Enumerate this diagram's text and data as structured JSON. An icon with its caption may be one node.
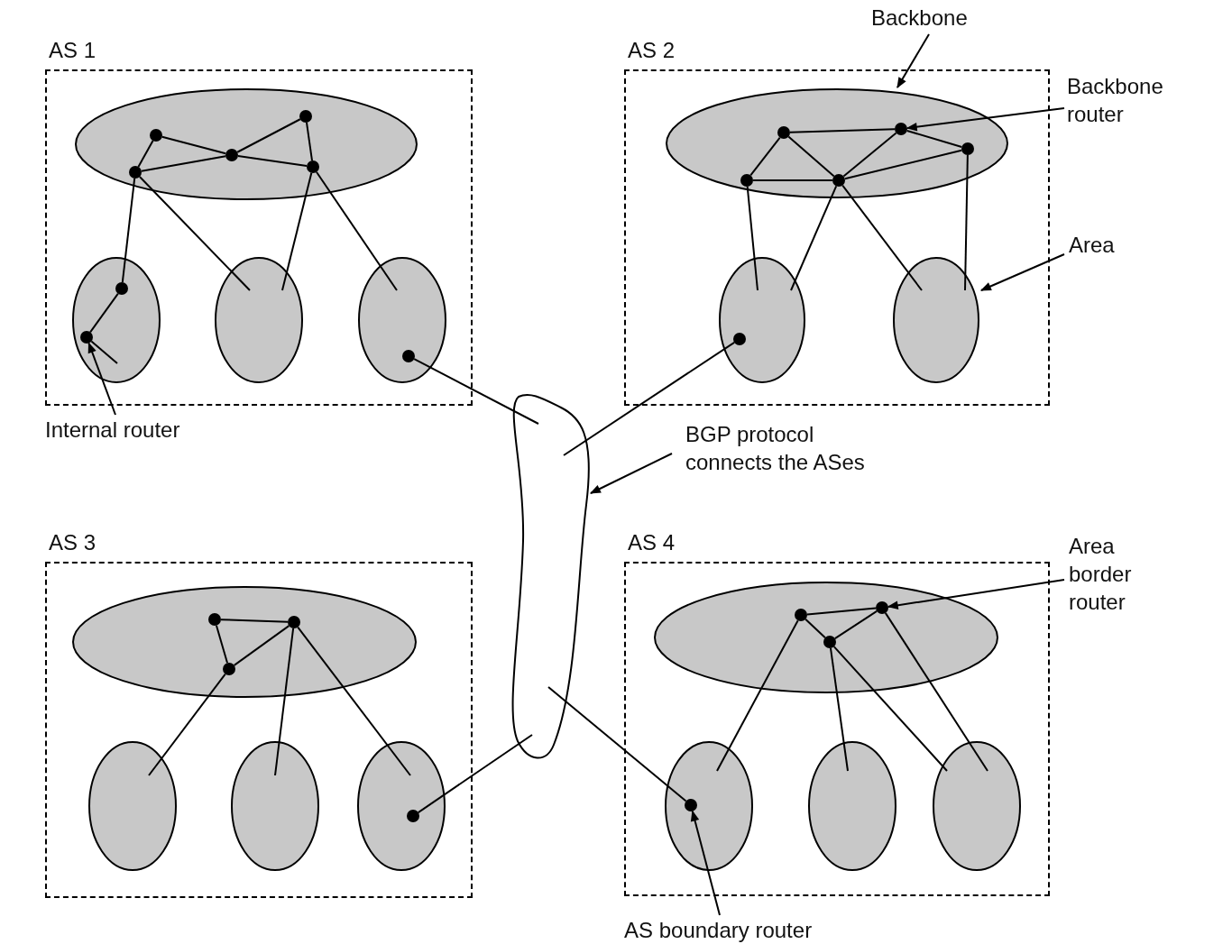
{
  "diagram": {
    "nodes": [
      {
        "text": [
          "AS 1"
        ]
      },
      {
        "text": [],
        "shape": "ellipse",
        "in": 0
      },
      {
        "text": [],
        "shape": "ellipse",
        "in": 0
      },
      {
        "text": [],
        "shape": "ellipse",
        "in": 0
      },
      {
        "text": [],
        "shape": "ellipse",
        "in": 0
      },
      {
        "text": [],
        "shape": "circle",
        "in": 1
      },
      {
        "text": [],
        "shape": "circle",
        "in": 1
      },
      {
        "text": [],
        "shape": "circle",
        "in": 1
      },
      {
        "text": [],
        "shape": "circle",
        "in": 1
      },
      {
        "text": [],
        "shape": "circle",
        "in": 1
      },
      {
        "text": [],
        "shape": "circle",
        "in": 2
      },
      {
        "text": [],
        "shape": "circle",
        "in": 2
      },
      {
        "text": [],
        "shape": "circle",
        "in": 4
      },
      {
        "text": [
          "AS 2"
        ]
      },
      {
        "text": [],
        "shape": "ellipse",
        "in": 13
      },
      {
        "text": [],
        "shape": "ellipse",
        "in": 13
      },
      {
        "text": [],
        "shape": "ellipse",
        "in": 13
      },
      {
        "text": [],
        "shape": "circle",
        "in": 14
      },
      {
        "text": [],
        "shape": "circle",
        "in": 14
      },
      {
        "text": [],
        "shape": "circle",
        "in": 14
      },
      {
        "text": [],
        "shape": "circle",
        "in": 14
      },
      {
        "text": [],
        "shape": "circle",
        "in": 14
      },
      {
        "text": [],
        "shape": "circle",
        "in": 15
      },
      {
        "text": [
          "AS 3"
        ]
      },
      {
        "text": [],
        "shape": "ellipse",
        "in": 23
      },
      {
        "text": [],
        "shape": "ellipse",
        "in": 23
      },
      {
        "text": [],
        "shape": "ellipse",
        "in": 23
      },
      {
        "text": [],
        "shape": "ellipse",
        "in": 23
      },
      {
        "text": [],
        "shape": "circle",
        "in": 24
      },
      {
        "text": [],
        "shape": "circle",
        "in": 24
      },
      {
        "text": [],
        "shape": "circle",
        "in": 24
      },
      {
        "text": [],
        "shape": "circle",
        "in": 27
      },
      {
        "text": [
          "AS 4"
        ]
      },
      {
        "text": [],
        "shape": "ellipse",
        "in": 32
      },
      {
        "text": [],
        "shape": "ellipse",
        "in": 32
      },
      {
        "text": [],
        "shape": "ellipse",
        "in": 32
      },
      {
        "text": [],
        "shape": "ellipse",
        "in": 32
      },
      {
        "text": [],
        "shape": "circle",
        "in": 33
      },
      {
        "text": [],
        "shape": "circle",
        "in": 33
      },
      {
        "text": [],
        "shape": "circle",
        "in": 33
      },
      {
        "text": [],
        "shape": "circle",
        "in": 34
      },
      {
        "text": [],
        "shape": "blob"
      },
      {
        "text": [
          "Backbone"
        ]
      },
      {
        "text": [
          "Backbone router"
        ]
      },
      {
        "text": [
          "Area"
        ]
      },
      {
        "text": [
          "Internal router"
        ]
      },
      {
        "text": [
          "BGP protocol connects the ASes"
        ]
      },
      {
        "text": [
          "Area border router"
        ]
      },
      {
        "text": [
          "AS boundary router"
        ]
      }
    ],
    "edges": [
      {
        "from": 5,
        "to": 8,
        "arrow": "none"
      },
      {
        "from": 5,
        "to": 7,
        "arrow": "none"
      },
      {
        "from": 7,
        "to": 6,
        "arrow": "none"
      },
      {
        "from": 6,
        "to": 9,
        "arrow": "none"
      },
      {
        "from": 8,
        "to": 7,
        "arrow": "none"
      },
      {
        "from": 7,
        "to": 9,
        "arrow": "none"
      },
      {
        "from": 8,
        "to": 10,
        "arrow": "none"
      },
      {
        "from": 10,
        "to": 11,
        "arrow": "none"
      },
      {
        "from": 11,
        "to": 2,
        "arrow": "none"
      },
      {
        "from": 8,
        "to": 3,
        "arrow": "none"
      },
      {
        "from": 9,
        "to": 3,
        "arrow": "none"
      },
      {
        "from": 9,
        "to": 4,
        "arrow": "none"
      },
      {
        "from": 12,
        "to": 41,
        "arrow": "none"
      },
      {
        "from": 17,
        "to": 18,
        "arrow": "none"
      },
      {
        "from": 18,
        "to": 19,
        "arrow": "none"
      },
      {
        "from": 17,
        "to": 20,
        "arrow": "none"
      },
      {
        "from": 17,
        "to": 21,
        "arrow": "none"
      },
      {
        "from": 18,
        "to": 21,
        "arrow": "none"
      },
      {
        "from": 20,
        "to": 21,
        "arrow": "none"
      },
      {
        "from": 21,
        "to": 19,
        "arrow": "none"
      },
      {
        "from": 20,
        "to": 15,
        "arrow": "none"
      },
      {
        "from": 21,
        "to": 15,
        "arrow": "none"
      },
      {
        "from": 21,
        "to": 16,
        "arrow": "none"
      },
      {
        "from": 19,
        "to": 16,
        "arrow": "none"
      },
      {
        "from": 22,
        "to": 41,
        "arrow": "none"
      },
      {
        "from": 28,
        "to": 29,
        "arrow": "none"
      },
      {
        "from": 28,
        "to": 30,
        "arrow": "none"
      },
      {
        "from": 30,
        "to": 29,
        "arrow": "none"
      },
      {
        "from": 30,
        "to": 25,
        "arrow": "none"
      },
      {
        "from": 29,
        "to": 26,
        "arrow": "none"
      },
      {
        "from": 29,
        "to": 27,
        "arrow": "none"
      },
      {
        "from": 31,
        "to": 41,
        "arrow": "none"
      },
      {
        "from": 37,
        "to": 38,
        "arrow": "none"
      },
      {
        "from": 38,
        "to": 39,
        "arrow": "none"
      },
      {
        "from": 37,
        "to": 39,
        "arrow": "none"
      },
      {
        "from": 37,
        "to": 34,
        "arrow": "none"
      },
      {
        "from": 39,
        "to": 35,
        "arrow": "none"
      },
      {
        "from": 39,
        "to": 36,
        "arrow": "none"
      },
      {
        "from": 38,
        "to": 36,
        "arrow": "none"
      },
      {
        "from": 40,
        "to": 41,
        "arrow": "none"
      },
      {
        "from": 42,
        "to": 14,
        "arrow": "to"
      },
      {
        "from": 43,
        "to": 18,
        "arrow": "to"
      },
      {
        "from": 44,
        "to": 16,
        "arrow": "to"
      },
      {
        "from": 45,
        "to": 11,
        "arrow": "to"
      },
      {
        "from": 46,
        "to": 41,
        "arrow": "to"
      },
      {
        "from": 47,
        "to": 38,
        "arrow": "to"
      },
      {
        "from": 48,
        "to": 40,
        "arrow": "to"
      }
    ]
  }
}
